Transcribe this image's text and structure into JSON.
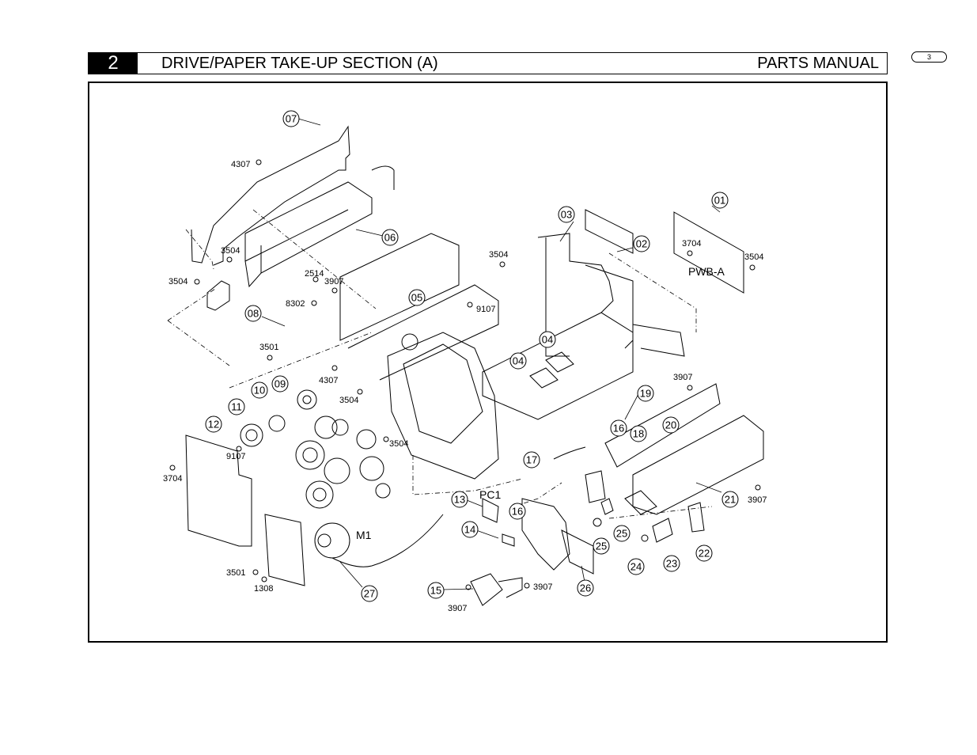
{
  "header": {
    "section_number": "2",
    "section_title": "DRIVE/PAPER TAKE-UP SECTION (A)",
    "manual_label": "PARTS MANUAL",
    "page_tab": "3"
  },
  "callouts": [
    "01",
    "03",
    "02",
    "04",
    "04",
    "05",
    "06",
    "07",
    "08",
    "09",
    "10",
    "11",
    "12",
    "13",
    "14",
    "15",
    "16",
    "16",
    "17",
    "18",
    "19",
    "20",
    "21",
    "22",
    "23",
    "24",
    "25",
    "25",
    "26",
    "27"
  ],
  "part_numbers": [
    "4307",
    "3504",
    "3504",
    "2514",
    "3907",
    "8302",
    "3501",
    "4307",
    "3504",
    "3504",
    "9107",
    "3704",
    "3504",
    "3907",
    "9107",
    "3704",
    "3504",
    "3907",
    "3501",
    "1308",
    "3907",
    "3907"
  ],
  "signals": [
    "PWB-A",
    "PC1",
    "M1"
  ]
}
